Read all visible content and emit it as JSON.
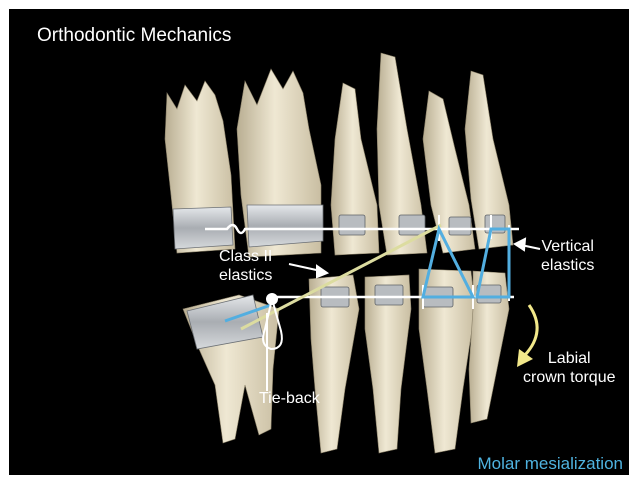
{
  "slide": {
    "title": "Orthodontic Mechanics",
    "labels": {
      "class_ii_line1": "Class II",
      "class_ii_line2": "elastics",
      "vertical_line1": "Vertical",
      "vertical_line2": "elastics",
      "torque_line1": "Labial",
      "torque_line2": "crown torque",
      "tie_back": "Tie-back"
    },
    "footer": "Molar mesialization"
  },
  "colors": {
    "background": "#000000",
    "text": "#ffffff",
    "footer": "#4fb3e0",
    "class_ii_elastic": "#dcdca0",
    "vertical_elastic": "#52aee0",
    "torque_arrow": "#f2e88a",
    "archwire": "#ffffff",
    "tooth": "#e6ddc4",
    "bracket": "#c0c4c8"
  }
}
